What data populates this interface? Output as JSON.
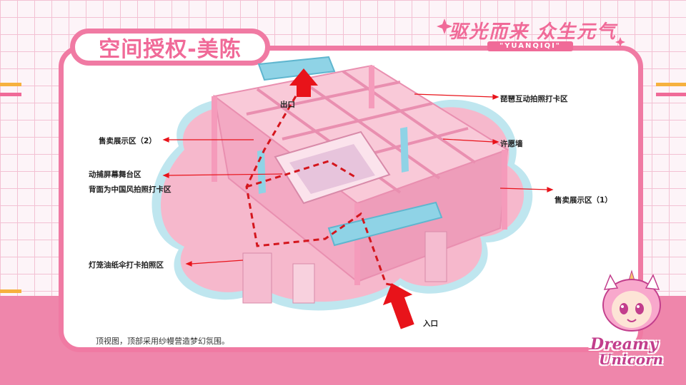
{
  "header": {
    "title": "空间授权-美陈",
    "slogan": "驱光而来 众生元气",
    "slogan_sub": "\"YUANQIQI\""
  },
  "labels": {
    "exit": "出口",
    "entrance": "入口",
    "pipa": "琵琶互动拍照打卡区",
    "sale2": "售卖展示区（2）",
    "wish": "许愿墙",
    "stage": "动捕屏幕舞台区",
    "stage_back": "背面为中国风拍照打卡区",
    "sale1": "售卖展示区（1）",
    "lantern": "灯笼油纸伞打卡拍照区"
  },
  "note": "顶视图，顶部采用纱幔营造梦幻氛围。",
  "logo": {
    "line1": "Dreamy",
    "line2": "Unicorn"
  },
  "colors": {
    "accent_pink": "#f06a98",
    "border_pink": "#f07aa3",
    "arrow_red": "#e8131a",
    "band_pink": "#ef86ab",
    "accent_orange": "#f6b13f"
  }
}
